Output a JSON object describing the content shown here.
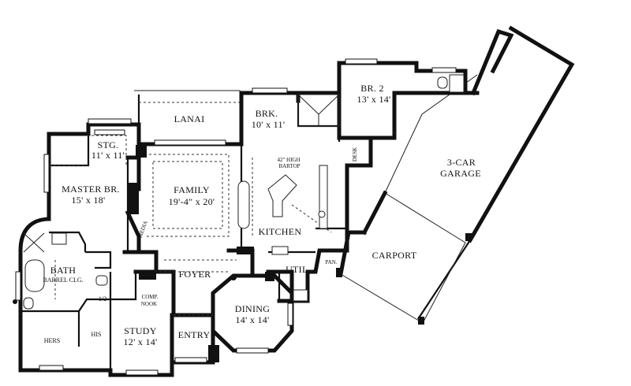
{
  "rooms": {
    "lanai": {
      "name": "LANAI"
    },
    "brk": {
      "name": "BRK.",
      "size": "10' x 11'"
    },
    "br2": {
      "name": "BR. 2",
      "size": "13' x 14'"
    },
    "garage": {
      "name": "3-CAR",
      "name2": "GARAGE"
    },
    "stg": {
      "name": "STG.",
      "size": "11' x 11'"
    },
    "master": {
      "name": "MASTER BR.",
      "size": "15' x 18'"
    },
    "family": {
      "name": "FAMILY",
      "size": "19'-4\" x 20'"
    },
    "bartop": {
      "line1": "42\" HIGH",
      "line2": "BARTOP"
    },
    "desk": {
      "name": "DESK"
    },
    "media": {
      "name": "MEDIA"
    },
    "kitchen": {
      "name": "KITCHEN"
    },
    "carport": {
      "name": "CARPORT"
    },
    "pan": {
      "name": "PAN."
    },
    "bath": {
      "name": "BATH",
      "sub": "BARREL CLG."
    },
    "foyer": {
      "name": "FOYER"
    },
    "util": {
      "name": "UTIL."
    },
    "comp": {
      "line1": "COMP.",
      "line2": "NOOK"
    },
    "half": {
      "name": "1/2"
    },
    "dining": {
      "name": "DINING",
      "size": "14' x 14'"
    },
    "hers": {
      "name": "HERS"
    },
    "his": {
      "name": "HIS"
    },
    "study": {
      "name": "STUDY",
      "size": "12' x 14'"
    },
    "entry": {
      "name": "ENTRY"
    }
  }
}
